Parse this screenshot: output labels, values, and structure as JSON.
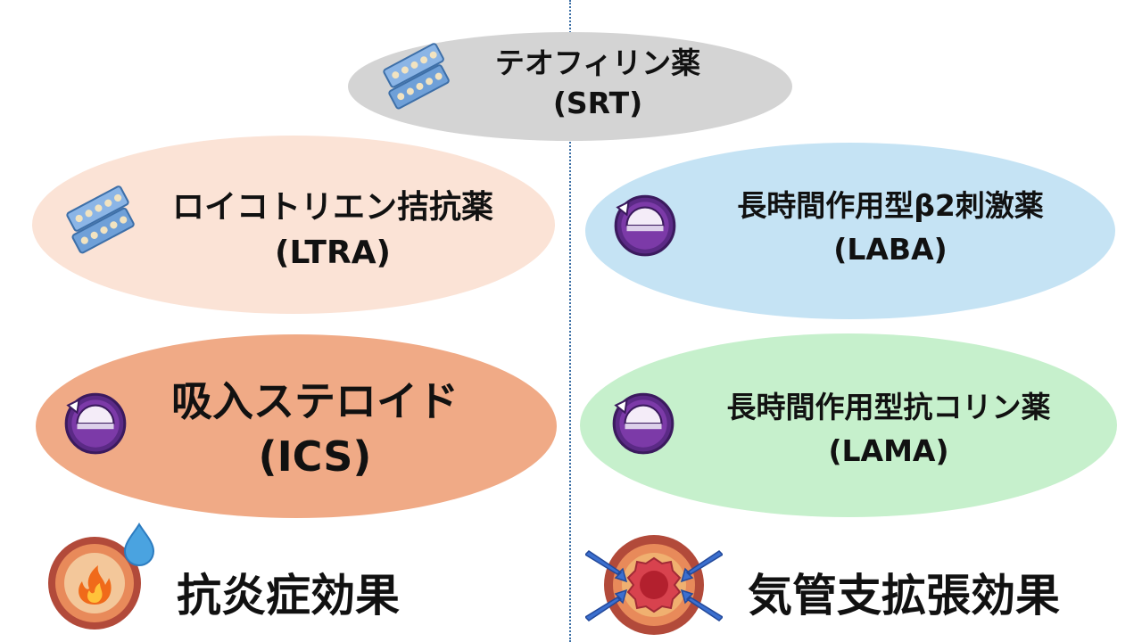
{
  "drugs": {
    "srt": {
      "name": "テオフィリン薬",
      "abbr": "(SRT)",
      "color": "#d4d4d4",
      "icon": "pill-pack-icon"
    },
    "ltra": {
      "name": "ロイコトリエン拮抗薬",
      "abbr": "(LTRA)",
      "color": "#fbe3d6",
      "icon": "pill-pack-icon"
    },
    "ics": {
      "name": "吸入ステロイド",
      "abbr": "(ICS)",
      "color": "#f0aa86",
      "icon": "inhaler-icon"
    },
    "laba": {
      "name": "長時間作用型β2刺激薬",
      "abbr": "(LABA)",
      "color": "#c5e3f4",
      "icon": "inhaler-icon"
    },
    "lama": {
      "name": "長時間作用型抗コリン薬",
      "abbr": "(LAMA)",
      "color": "#c6f0cc",
      "icon": "inhaler-icon"
    }
  },
  "effects": {
    "anti_inflammatory": {
      "label": "抗炎症効果",
      "icon": "inflamed-airway-icon"
    },
    "bronchodilation": {
      "label": "気管支拡張効果",
      "icon": "dilated-airway-icon"
    }
  }
}
